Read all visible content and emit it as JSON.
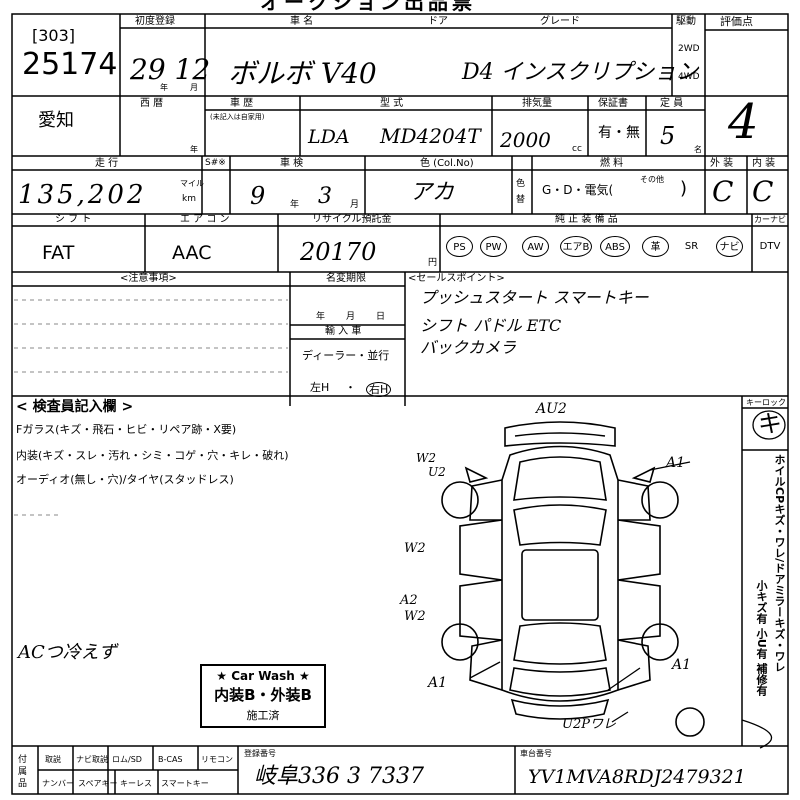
{
  "header": {
    "title": "オークション出品票"
  },
  "lot": {
    "code": "[303]",
    "number": "25174"
  },
  "registration": {
    "label": "初度登録",
    "value": "29 12",
    "year_unit": "年",
    "month_unit": "月"
  },
  "vehicle": {
    "name_label": "車 名",
    "door_label": "ドア",
    "grade_label": "グレード",
    "name": "ボルボ V40",
    "grade": "D4 インスクリプション",
    "drive_label": "駆動",
    "drive_2wd": "2WD",
    "drive_4wd": "4WD"
  },
  "score": {
    "label": "評価点",
    "value": "4"
  },
  "region": {
    "value": "愛知"
  },
  "year_labels": {
    "west": "西 暦",
    "nen": "年",
    "history": "車 歴",
    "history_sub": "(未記入は自家用)"
  },
  "model": {
    "label": "型 式",
    "prefix": "LDA",
    "code": "MD4204T"
  },
  "displacement": {
    "label": "排気量",
    "value": "2000",
    "unit": "cc"
  },
  "warranty": {
    "label": "保証書",
    "value": "有・無"
  },
  "capacity": {
    "label": "定 員",
    "value": "5",
    "unit": "名"
  },
  "mileage": {
    "label": "走 行",
    "value": "135,202",
    "unit_mile": "マイル",
    "unit_km": "km"
  },
  "sx": {
    "label": "S#※"
  },
  "inspection": {
    "label": "車 検",
    "year": "9",
    "month": "3",
    "year_unit": "年",
    "month_unit": "月"
  },
  "color": {
    "label": "色 (Col.No)",
    "value": "アカ",
    "change_label": "色替"
  },
  "fuel": {
    "label": "燃 料",
    "options": "G・D・電気(",
    "other_label": "その他",
    "close": ")"
  },
  "exterior": {
    "label": "外 装",
    "value": "C"
  },
  "interior": {
    "label": "内 装",
    "value": "C"
  },
  "shift": {
    "label": "シ フ ト",
    "value": "FAT"
  },
  "aircon": {
    "label": "エ ア コ ン",
    "value": "AAC"
  },
  "recycle": {
    "label": "リサイクル預託金",
    "value": "20170",
    "unit": "円"
  },
  "equipment": {
    "label": "純 正 装 備 品",
    "carnavi_label": "カーナビ",
    "items": [
      "PS",
      "PW",
      "AW",
      "エアB",
      "ABS",
      "革",
      "SR",
      "ナビ",
      "DTV"
    ]
  },
  "notes": {
    "label": "<注意事項>"
  },
  "name_change": {
    "label": "名変期限",
    "year": "年",
    "month": "月",
    "day": "日"
  },
  "import": {
    "label": "輸 入 車",
    "dealer": "ディーラー・並行",
    "handle_left": "左H",
    "handle_right": "右H",
    "dot": "・"
  },
  "sales_points": {
    "label": "<セールスポイント>",
    "lines": [
      "プッシュスタート スマートキー",
      "シフト パドル ETC",
      "バックカメラ"
    ]
  },
  "inspector": {
    "label": "< 検査員記入欄 >",
    "line1": "Fガラス(キズ・飛石・ヒビ・リペア跡・X要)",
    "line2": "内装(キズ・スレ・汚れ・シミ・コゲ・穴・キレ・破れ)",
    "line3": "オーディオ(無し・穴)/タイヤ(スタッドレス)",
    "handwritten": "ACつ冷えず"
  },
  "carwash": {
    "title": "★ Car Wash ★",
    "grade": "内装B・外装B",
    "done": "施工済"
  },
  "damage_marks": {
    "top": "AU2",
    "right": "A1",
    "w2_left1": "W2",
    "u2_left": "U2",
    "w2_left2": "W2",
    "a2_left": "A2",
    "w2_left3": "W2",
    "a1_rear_right": "A1",
    "a1_left": "A1",
    "bottom": "U2Pワレ"
  },
  "keylock": {
    "label": "キーロック",
    "value": "キ"
  },
  "wheel_note": "ホイルCPキズ・ワレ/ドアミラーキズ・ワレ",
  "wheel_note2": "小キズ有 小U有 補修有",
  "accessories": {
    "label": "付属品",
    "row1": [
      "取説",
      "ナビ取説",
      "ロム/SD",
      "B-CAS",
      "リモコン"
    ],
    "row2": [
      "ナンバー",
      "スペアキー",
      "キーレス",
      "スマートキー"
    ]
  },
  "plate": {
    "label": "登録番号",
    "value": "岐阜336 3 7337"
  },
  "chassis": {
    "label": "車台番号",
    "value": "YV1MVA8RDJ2479321"
  }
}
